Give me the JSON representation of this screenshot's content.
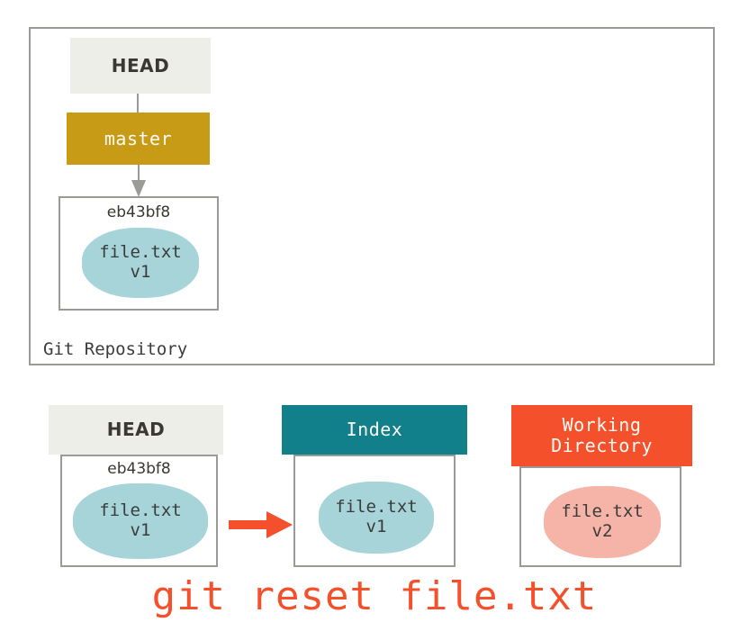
{
  "diagram": {
    "title_caption": "git reset file.txt",
    "colors": {
      "repo_border": "#9a9a96",
      "head_bg": "#eceee7",
      "head_text": "#3b3733",
      "branch_bg": "#c89b16",
      "branch_text": "#fbfbf6",
      "index_bg": "#12808b",
      "working_dir_bg": "#f4502b",
      "blob_teal": "#a6d4d9",
      "blob_pink": "#f5b4a7",
      "blob_text": "#3b3b3b",
      "arrow_gray": "#9a9a96",
      "arrow_red": "#f4502b"
    },
    "repository": {
      "label": "Git Repository",
      "head_pointer": "HEAD",
      "branch": "master",
      "commit": {
        "hash": "eb43bf8",
        "blob_file": "file.txt",
        "blob_version": "v1"
      }
    },
    "columns": [
      {
        "header": "HEAD",
        "header_lines": [
          "HEAD"
        ],
        "hash": "eb43bf8",
        "blob_file": "file.txt",
        "blob_version": "v1",
        "blob_color": "teal"
      },
      {
        "header": "Index",
        "header_lines": [
          "Index"
        ],
        "hash": "",
        "blob_file": "file.txt",
        "blob_version": "v1",
        "blob_color": "teal"
      },
      {
        "header": "Working Directory",
        "header_lines": [
          "Working",
          "Directory"
        ],
        "hash": "",
        "blob_file": "file.txt",
        "blob_version": "v2",
        "blob_color": "pink"
      }
    ],
    "arrows": [
      {
        "name": "head-to-master",
        "direction": "down",
        "color": "#9a9a96",
        "style": "line"
      },
      {
        "name": "master-to-commit",
        "direction": "down",
        "color": "#9a9a96",
        "style": "arrow"
      },
      {
        "name": "head-to-index",
        "direction": "right",
        "color": "#f4502b",
        "style": "arrow"
      }
    ]
  }
}
